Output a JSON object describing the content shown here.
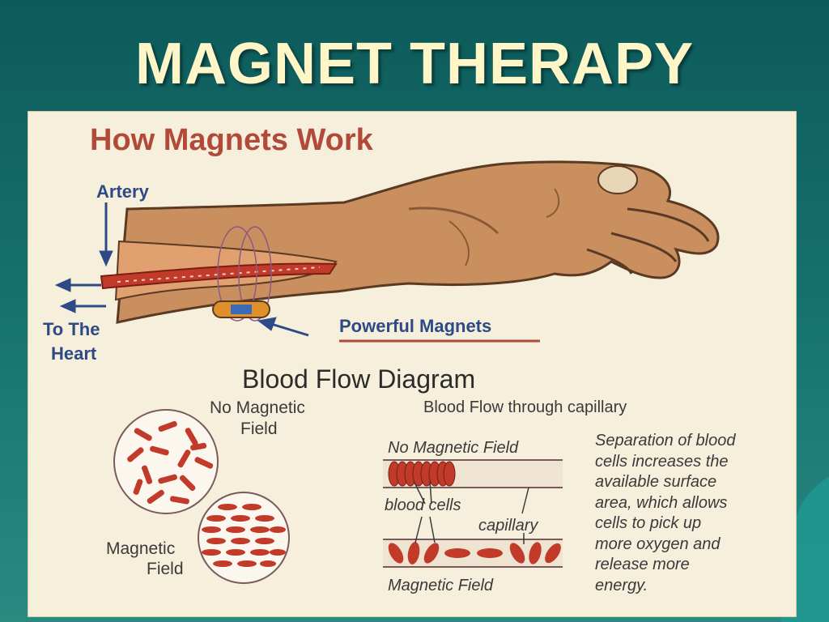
{
  "slide": {
    "title": "MAGNET THERAPY"
  },
  "panel": {
    "heading": "How Magnets Work",
    "artery_label": "Artery",
    "to_heart_label_line1": "To The",
    "to_heart_label_line2": "Heart",
    "magnets_label": "Powerful Magnets",
    "blood_flow_title": "Blood Flow Diagram",
    "no_field_label_line1": "No Magnetic",
    "no_field_label_line2": "Field",
    "field_label_line1": "Magnetic",
    "field_label_line2": "Field",
    "capillary_title": "Blood Flow through capillary",
    "capillary_no_field": "No Magnetic Field",
    "blood_cells_label": "blood cells",
    "capillary_label": "capillary",
    "capillary_field": "Magnetic Field",
    "description": [
      "Separation of blood",
      "cells increases the",
      "available surface",
      "area, which allows",
      "cells to pick up",
      "more oxygen and",
      "release more",
      "energy."
    ]
  },
  "colors": {
    "background": "#0d5a5a",
    "title": "#fff6c8",
    "heading": "#b24a3a",
    "label_blue": "#2e4a86",
    "skin": "#c98f5e",
    "blood": "#c23a2a",
    "panel": "#f6efdc"
  }
}
